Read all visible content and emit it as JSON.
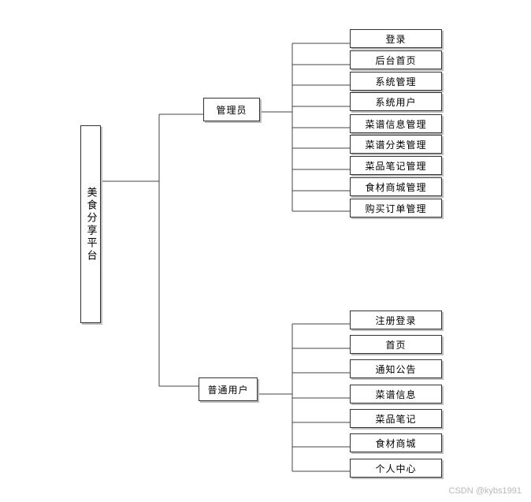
{
  "root": {
    "label": "美食分享平台"
  },
  "groups": [
    {
      "label": "管理员",
      "items": [
        "登录",
        "后台首页",
        "系统管理",
        "系统用户",
        "菜谱信息管理",
        "菜谱分类管理",
        "菜品笔记管理",
        "食材商城管理",
        "购买订单管理"
      ]
    },
    {
      "label": "普通用户",
      "items": [
        "注册登录",
        "首页",
        "通知公告",
        "菜谱信息",
        "菜品笔记",
        "食材商城",
        "个人中心"
      ]
    }
  ],
  "watermark": "CSDN @kybs1991"
}
